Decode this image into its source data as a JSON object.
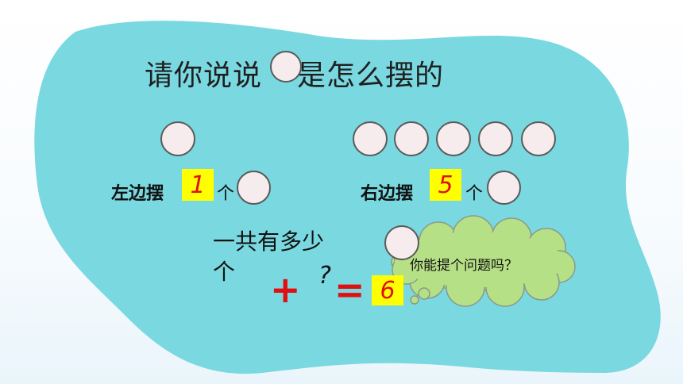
{
  "slide": {
    "title_before": "请你说说",
    "title_after": "是怎么摆的",
    "left_label": "左边摆",
    "left_count": "1",
    "left_unit": "个",
    "right_label": "右边摆",
    "right_count": "5",
    "right_unit": "个",
    "question_line1": "一共有多少",
    "question_line2": "个",
    "plus_sign": "+",
    "question_mark": "?",
    "equals_sign": "=",
    "result": "6",
    "bubble_text": "你能提个问题吗？"
  },
  "colors": {
    "background_blob": "#7ad8e0",
    "circle_fill": "#f7eced",
    "number_box": "#ffff00",
    "number_text": "#e01010",
    "cloud": "#b6e085"
  }
}
